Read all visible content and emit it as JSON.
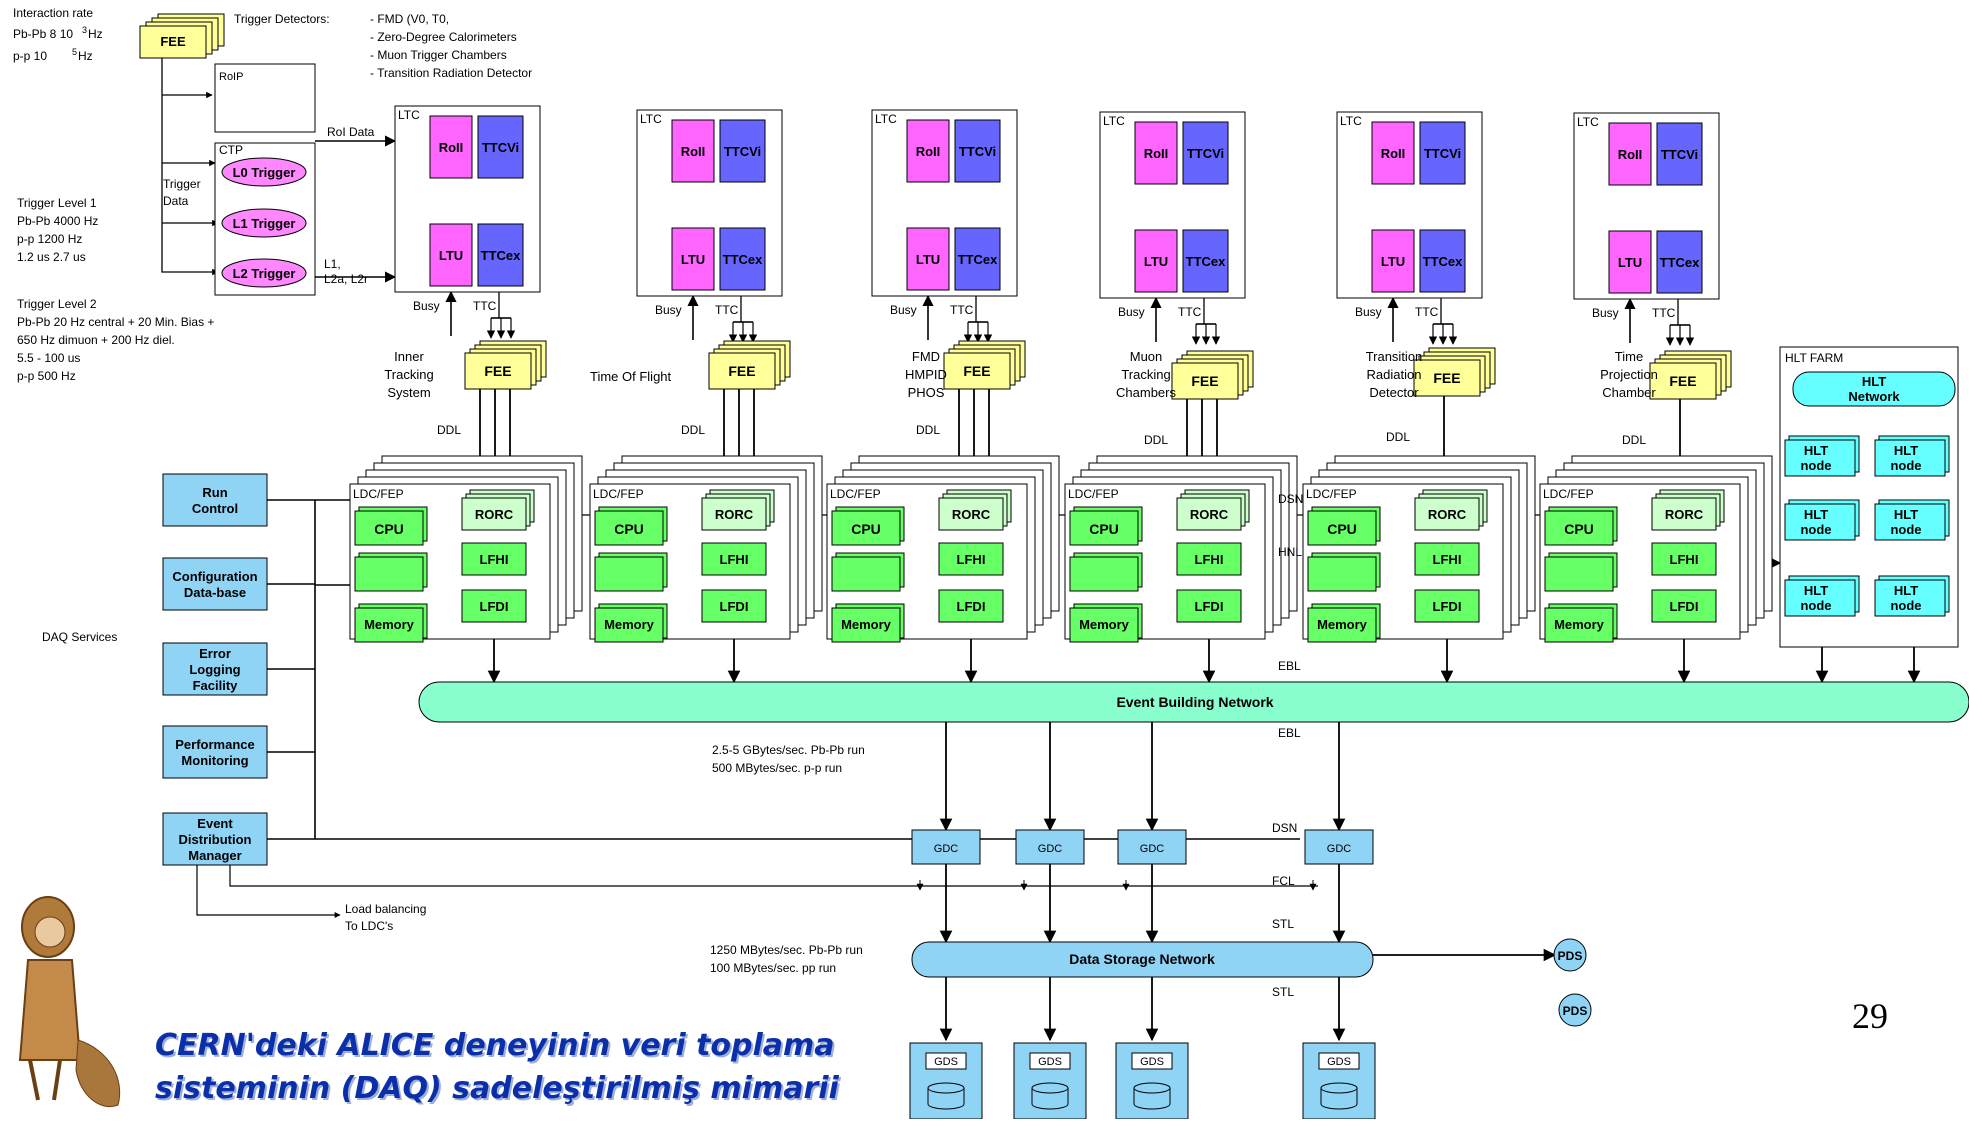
{
  "colors": {
    "fee": "#ffff99",
    "roi": "#ff66ff",
    "ttc": "#6666ff",
    "cpu": "#66ff66",
    "rorc": "#ccffcc",
    "service": "#8fd3f5",
    "hlt": "#66ffff",
    "network": "#88ffcc",
    "storage": "#8fd3f5",
    "ellipse": "#ff88ff",
    "title": "#0b2fa8"
  },
  "top_left": {
    "interaction_rate": "Interaction rate",
    "pbpb_rate": "Pb-Pb 8 10",
    "pbpb_rate_exp": "3",
    "pbpb_rate_unit": " Hz",
    "pp_rate": "p-p     10",
    "pp_rate_exp": "5",
    "pp_rate_unit": " Hz",
    "fee": "FEE",
    "trigger_detectors": "Trigger Detectors:",
    "detector_list": [
      "- FMD (V0, T0,",
      "- Zero-Degree Calorimeters",
      "- Muon Trigger Chambers",
      "- Transition Radiation Detector"
    ],
    "roip": "RoIP",
    "ctp": "CTP",
    "trigger_data": [
      "Trigger",
      "Data"
    ],
    "l0": "L0 Trigger",
    "l1": "L1 Trigger",
    "l2": "L2 Trigger",
    "roi_data": "RoI Data",
    "l1_out": [
      "L1,",
      "L2a, L2r"
    ],
    "level1": [
      "Trigger Level  1",
      "Pb-Pb  4000 Hz",
      "p-p      1200 Hz",
      "1.2 us 2.7 us"
    ],
    "level2": [
      "Trigger Level  2",
      "Pb-Pb 20 Hz central + 20 Min. Bias +",
      "           650 Hz dimuon + 200 Hz diel.",
      "           5.5 - 100 us",
      "p-p       500 Hz"
    ]
  },
  "columns": [
    {
      "ltc": "LTC",
      "roi": "RoII",
      "ttcvi": "TTCVi",
      "ltu": "LTU",
      "ttcex": "TTCex",
      "busy": "Busy",
      "ttc": "TTC",
      "detector": [
        "Inner",
        "Tracking",
        "System"
      ],
      "fee": "FEE",
      "ddl": "DDL",
      "ldc": "LDC/FEP",
      "cpu": "CPU",
      "memory": "Memory",
      "rorc": "RORC",
      "lfhi": "LFHI",
      "lfdi": "LFDI"
    },
    {
      "ltc": "LTC",
      "roi": "RoII",
      "ttcvi": "TTCVi",
      "ltu": "LTU",
      "ttcex": "TTCex",
      "busy": "Busy",
      "ttc": "TTC",
      "detector": [
        "Time Of Flight"
      ],
      "fee": "FEE",
      "ddl": "DDL",
      "ldc": "LDC/FEP",
      "cpu": "CPU",
      "memory": "Memory",
      "rorc": "RORC",
      "lfhi": "LFHI",
      "lfdi": "LFDI"
    },
    {
      "ltc": "LTC",
      "roi": "RoII",
      "ttcvi": "TTCVi",
      "ltu": "LTU",
      "ttcex": "TTCex",
      "busy": "Busy",
      "ttc": "TTC",
      "detector": [
        "FMD",
        "HMPID",
        "PHOS"
      ],
      "fee": "FEE",
      "ddl": "DDL",
      "ldc": "LDC/FEP",
      "cpu": "CPU",
      "memory": "Memory",
      "rorc": "RORC",
      "lfhi": "LFHI",
      "lfdi": "LFDI"
    },
    {
      "ltc": "LTC",
      "roi": "RoII",
      "ttcvi": "TTCVi",
      "ltu": "LTU",
      "ttcex": "TTCex",
      "busy": "Busy",
      "ttc": "TTC",
      "detector": [
        "Muon",
        "Tracking",
        "Chambers"
      ],
      "fee": "FEE",
      "ddl": "DDL",
      "ldc": "LDC/FEP",
      "cpu": "CPU",
      "memory": "Memory",
      "rorc": "RORC",
      "lfhi": "LFHI",
      "lfdi": "LFDI"
    },
    {
      "ltc": "LTC",
      "roi": "RoII",
      "ttcvi": "TTCVi",
      "ltu": "LTU",
      "ttcex": "TTCex",
      "busy": "Busy",
      "ttc": "TTC",
      "detector": [
        "Transition",
        "Radiation",
        "Detector"
      ],
      "fee": "FEE",
      "ddl": "DDL",
      "ldc": "LDC/FEP",
      "cpu": "CPU",
      "memory": "Memory",
      "rorc": "RORC",
      "lfhi": "LFHI",
      "lfdi": "LFDI"
    },
    {
      "ltc": "LTC",
      "roi": "RoII",
      "ttcvi": "TTCVi",
      "ltu": "LTU",
      "ttcex": "TTCex",
      "busy": "Busy",
      "ttc": "TTC",
      "detector": [
        "Time",
        "Projection",
        "Chamber"
      ],
      "fee": "FEE",
      "ddl": "DDL",
      "ldc": "LDC/FEP",
      "cpu": "CPU",
      "memory": "Memory",
      "rorc": "RORC",
      "lfhi": "LFHI",
      "lfdi": "LFDI"
    }
  ],
  "links": {
    "dsn": "DSN",
    "hnl": "HNL",
    "ebl": "EBL",
    "fcl": "FCL",
    "stl": "STL"
  },
  "hlt": {
    "farm": "HLT FARM",
    "network": [
      "HLT",
      "Network"
    ],
    "nodes": [
      [
        "HLT",
        "node"
      ],
      [
        "HLT",
        "node"
      ],
      [
        "HLT",
        "node"
      ],
      [
        "HLT",
        "node"
      ],
      [
        "HLT",
        "node"
      ],
      [
        "HLT",
        "node"
      ]
    ]
  },
  "services": {
    "label": "DAQ Services",
    "items": [
      [
        "Run",
        "Control"
      ],
      [
        "Configuration",
        "Data-base"
      ],
      [
        "Error",
        "Logging",
        "Facility"
      ],
      [
        "Performance",
        "Monitoring"
      ],
      [
        "Event",
        "Distribution",
        "Manager"
      ]
    ]
  },
  "networks": {
    "event_building": "Event Building Network",
    "data_storage": "Data Storage Network"
  },
  "rates": {
    "ebn": [
      "2.5-5 GBytes/sec.  Pb-Pb run",
      "500 MBytes/sec.    p-p run"
    ],
    "dsn": [
      "1250 MBytes/sec.  Pb-Pb run",
      "100 MBytes/sec.   pp run"
    ]
  },
  "gdc": [
    "GDC",
    "GDC",
    "GDC",
    "GDC"
  ],
  "gds": [
    "GDS",
    "GDS",
    "GDS",
    "GDS"
  ],
  "pds": [
    "PDS",
    "PDS"
  ],
  "load_balancing": [
    "Load balancing",
    "To LDC's"
  ],
  "footer": {
    "title_line1": "CERN'deki ALICE deneyinin veri toplama",
    "title_line2": "sisteminin (DAQ) sadeleştirilmiş mimarii",
    "page_number": "29"
  }
}
